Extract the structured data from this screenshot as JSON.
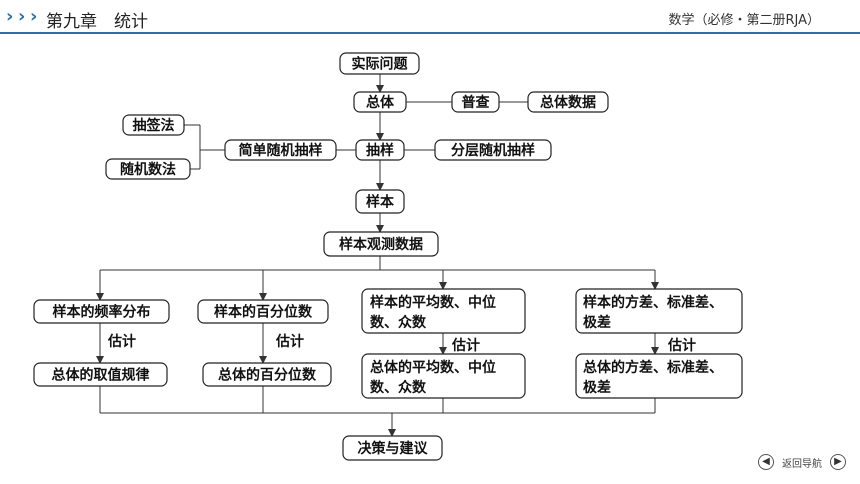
{
  "header": {
    "chapter": "第九章　统计",
    "subject": "数学（必修・第二册RJA）"
  },
  "diagram": {
    "n_shiji": "实际问题",
    "n_zongti": "总体",
    "n_pucha": "普查",
    "n_zongtishuju": "总体数据",
    "n_chouqian": "抽签法",
    "n_suiji": "随机数法",
    "n_jiandan": "简单随机抽样",
    "n_chouyang": "抽样",
    "n_fenceng": "分层随机抽样",
    "n_yangben": "样本",
    "n_guance": "样本观测数据",
    "b1_top": "样本的频率分布",
    "b1_bot": "总体的取值规律",
    "b2_top": "样本的百分位数",
    "b2_bot": "总体的百分位数",
    "b3_top_l1": "样本的平均数、中位",
    "b3_top_l2": "数、众数",
    "b3_bot_l1": "总体的平均数、中位",
    "b3_bot_l2": "数、众数",
    "b4_top_l1": "样本的方差、标准差、",
    "b4_top_l2": "极差",
    "b4_bot_l1": "总体的方差、标准差、",
    "b4_bot_l2": "极差",
    "gj1": "估计",
    "gj2": "估计",
    "gj3": "估计",
    "gj4": "估计",
    "n_juece": "决策与建议"
  },
  "nav": {
    "label": "返回导航",
    "prev_icon": "arrow-left-icon",
    "next_icon": "arrow-right-icon"
  },
  "colors": {
    "accent": "#2a6fb0"
  }
}
